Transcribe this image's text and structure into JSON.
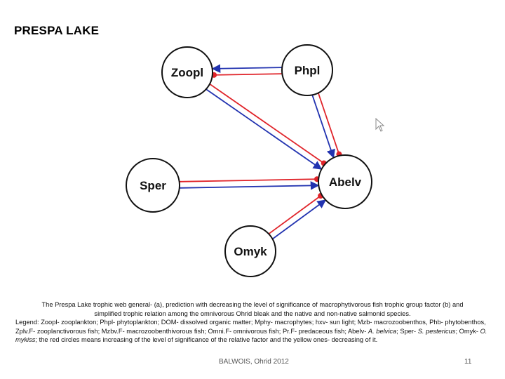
{
  "slide": {
    "title": "PRESPA LAKE",
    "footer_event": "BALWOIS, Ohrid 2012",
    "page_number": "11"
  },
  "diagram": {
    "nodes": [
      {
        "id": "zoopl",
        "label": "Zoopl"
      },
      {
        "id": "phpl",
        "label": "Phpl"
      },
      {
        "id": "sper",
        "label": "Sper"
      },
      {
        "id": "abelv",
        "label": "Abelv"
      },
      {
        "id": "omyk",
        "label": "Omyk"
      }
    ],
    "edges": [
      {
        "from": "phpl",
        "to": "zoopl",
        "color": "blue"
      },
      {
        "from": "zoopl",
        "to": "phpl",
        "color": "red"
      },
      {
        "from": "zoopl",
        "to": "abelv",
        "color": "blue"
      },
      {
        "from": "abelv",
        "to": "zoopl",
        "color": "red"
      },
      {
        "from": "phpl",
        "to": "abelv",
        "color": "blue"
      },
      {
        "from": "abelv",
        "to": "phpl",
        "color": "red"
      },
      {
        "from": "abelv",
        "to": "sper",
        "color": "red"
      },
      {
        "from": "sper",
        "to": "abelv",
        "color": "blue"
      },
      {
        "from": "omyk",
        "to": "abelv",
        "color": "blue"
      },
      {
        "from": "abelv",
        "to": "omyk",
        "color": "red"
      }
    ],
    "colors": {
      "red": "#e0242a",
      "blue": "#2233b0"
    }
  },
  "caption": {
    "line1": "The Prespa Lake trophic web general- (a), prediction with decreasing the level of significance of macrophytivorous fish trophic group factor (b) and",
    "line2": "simplified trophic relation among the omnivorous Ohrid bleak and the native and non-native salmonid species.",
    "legend_a": "Legend: Zoopl- zooplankton; Phpl- phytoplankton; DOM- dissolved organic matter; Mphy- macrophytes; hxv- sun light; Mzb- macrozoobenthos, Phb- phytobenthos, Zplv.F- zooplanctivorous fish; Mzbv.F- macrozoobenthivorous fish; Omni.F- omnivorous fish; Pr.F- predaceous fish; Abelv- ",
    "species_abelv": "A. belvica",
    "legend_b": "; Sper- ",
    "species_sper": "S. pestericus",
    "legend_c": "; Omyk- ",
    "species_omyk": "O. mykiss",
    "legend_d": "; the red circles means increasing of the level of significance of the relative factor and the yellow ones- decreasing of it."
  }
}
